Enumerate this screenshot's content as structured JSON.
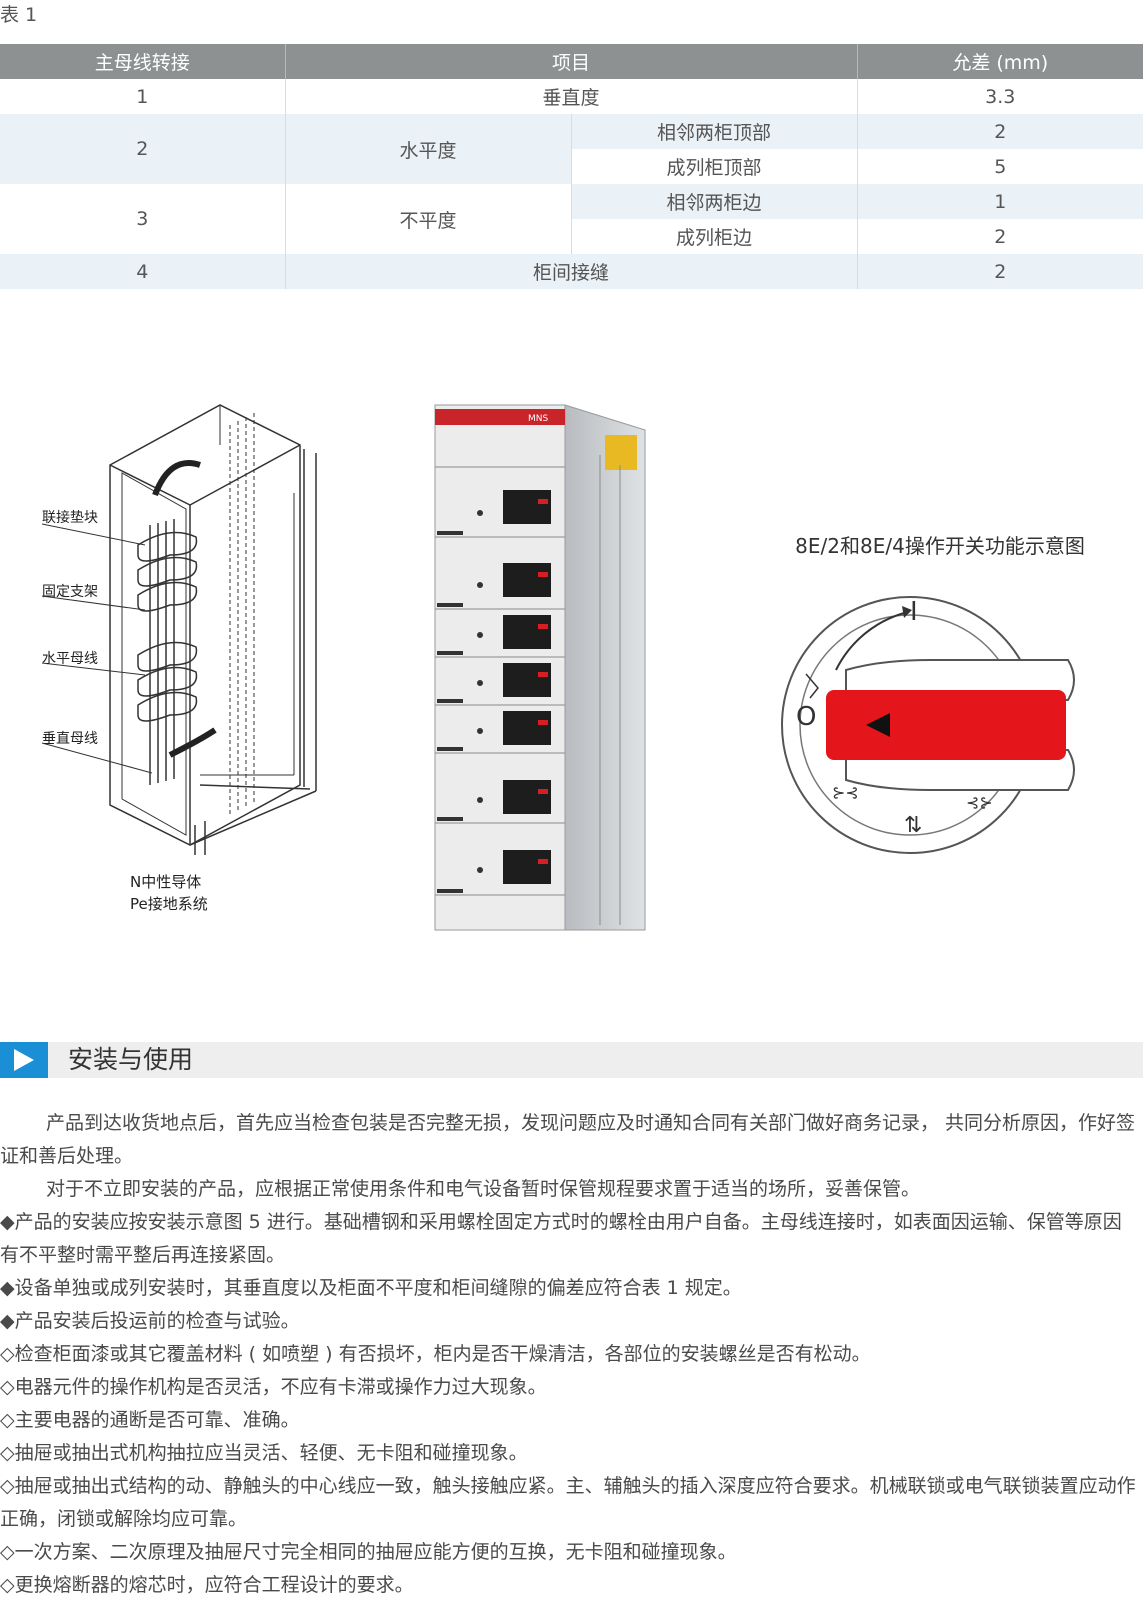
{
  "caption": "表 1",
  "table": {
    "headers": [
      "主母线转接",
      "项目",
      "允差 (mm)"
    ],
    "rows": [
      {
        "no": "1",
        "item": "垂直度",
        "tol": "3.3"
      },
      {
        "no": "2",
        "item": "水平度",
        "subs": [
          {
            "label": "相邻两柜顶部",
            "tol": "2"
          },
          {
            "label": "成列柜顶部",
            "tol": "5"
          }
        ]
      },
      {
        "no": "3",
        "item": "不平度",
        "subs": [
          {
            "label": "相邻两柜边",
            "tol": "1"
          },
          {
            "label": "成列柜边",
            "tol": "2"
          }
        ]
      },
      {
        "no": "4",
        "item": "柜间接缝",
        "tol": "2"
      }
    ]
  },
  "busbar_figure": {
    "labels": [
      "联接垫块",
      "固定支架",
      "水平母线",
      "垂直母线"
    ],
    "bottom_labels": [
      "N中性导体",
      "Pe接地系统"
    ]
  },
  "cabinet_figure": {
    "brand": "MNS"
  },
  "switch_figure": {
    "title": "8E/2和8E/4操作开关功能示意图",
    "symbol_on": "I",
    "symbol_off": "O",
    "accent": "#e4151b"
  },
  "section": {
    "title": "安装与使用",
    "accent": "#1b8fd6"
  },
  "paragraphs": [
    "产品到达收货地点后，首先应当检查包装是否完整无损，发现问题应及时通知合同有关部门做好商务记录， 共同分析原因，作好签证和善后处理。",
    "对于不立即安装的产品，应根据正常使用条件和电气设备暂时保管规程要求置于适当的场所，妥善保管。",
    "◆产品的安装应按安装示意图 5 进行。基础槽钢和采用螺栓固定方式时的螺栓由用户自备。主母线连接时，如表面因运输、保管等原因有不平整时需平整后再连接紧固。",
    "◆设备单独或成列安装时，其垂直度以及柜面不平度和柜间缝隙的偏差应符合表 1 规定。",
    "◆产品安装后投运前的检查与试验。",
    "◇检查柜面漆或其它覆盖材料 ( 如喷塑 ) 有否损坏，柜内是否干燥清洁，各部位的安装螺丝是否有松动。",
    "◇电器元件的操作机构是否灵活，不应有卡滞或操作力过大现象。",
    "◇主要电器的通断是否可靠、准确。",
    "◇抽屉或抽出式机构抽拉应当灵活、轻便、无卡阻和碰撞现象。",
    "◇抽屉或抽出式结构的动、静触头的中心线应一致，触头接触应紧。主、辅触头的插入深度应符合要求。机械联锁或电气联锁装置应动作正确，闭锁或解除均应可靠。",
    "◇一次方案、二次原理及抽屉尺寸完全相同的抽屉应能方便的互换，无卡阻和碰撞现象。",
    "◇更换熔断器的熔芯时，应符合工程设计的要求。"
  ]
}
